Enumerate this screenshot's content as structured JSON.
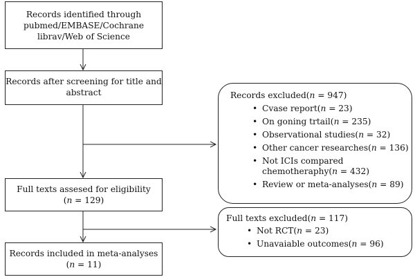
{
  "boxes": {
    "identified": {
      "lines": [
        "Records identified through",
        "pubmed/EMBASE/Cochrane",
        "librav/Web of Science"
      ]
    },
    "screening": {
      "lines": [
        "Records after screening for title and",
        "abstract"
      ]
    },
    "fulltext": {
      "line1": "Full texts assesed for eligibility",
      "n_prefix": "(",
      "n_var": "n",
      "n_value": " = 129)"
    },
    "included": {
      "line1": "Records included in meta-analyses",
      "n_prefix": "(",
      "n_var": "n",
      "n_value": " = 11)"
    }
  },
  "excluded_records": {
    "title_prefix": "Records excluded(",
    "title_var": "n",
    "title_value": " = 947)",
    "items": [
      {
        "label": "Cvase report(",
        "value": " = 23)"
      },
      {
        "label": "On goning trtail(",
        "value": " = 235)"
      },
      {
        "label": "Observational studies(",
        "value": " = 32)"
      },
      {
        "label": "Other cancer researches(",
        "value": " = 136)"
      },
      {
        "label_line1": "Not ICIs compared",
        "label": "chemotheraphy(",
        "value": " = 432)"
      },
      {
        "label": "Review or meta-analyses(",
        "value": " = 89)"
      }
    ]
  },
  "excluded_fulltext": {
    "title_prefix": "Full texts excluded(",
    "title_var": "n",
    "title_value": " = 117)",
    "items": [
      {
        "label": "Not RCT(",
        "value": " = 23)"
      },
      {
        "label": "Unavaiable outcomes(",
        "value": " = 96)"
      }
    ]
  },
  "var_symbol": "n"
}
